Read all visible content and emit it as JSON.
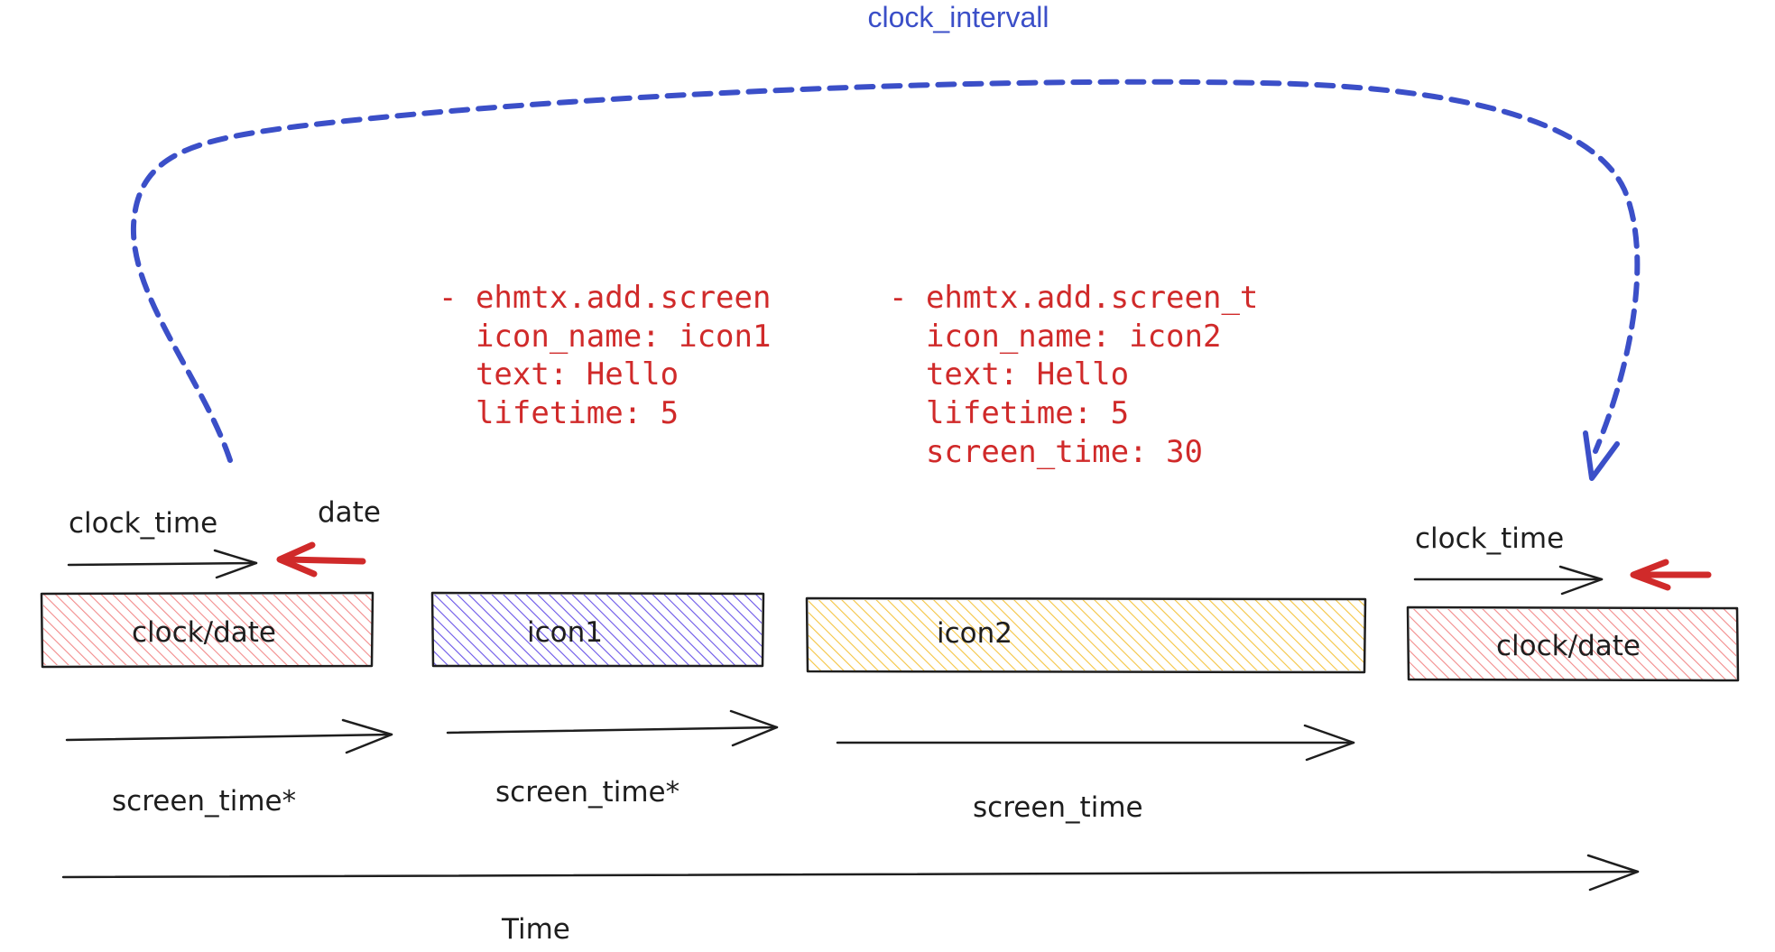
{
  "colors": {
    "ink": "#1e1e1e",
    "blue": "#3b4fc8",
    "red": "#d02a2a",
    "clock_fill": "#f28b8b",
    "icon1_fill": "#6a55e8",
    "icon2_fill": "#f5c542"
  },
  "loop": {
    "label": "clock_intervall"
  },
  "left_clock": {
    "time_label": "clock_time",
    "date_label": "date",
    "box_label": "clock/date"
  },
  "right_clock": {
    "time_label": "clock_time",
    "box_label": "clock/date"
  },
  "code_block_1": {
    "lines": [
      "- ehmtx.add.screen",
      "  icon_name: icon1",
      "  text: Hello",
      "  lifetime: 5"
    ]
  },
  "code_block_2": {
    "lines": [
      "- ehmtx.add.screen_t",
      "  icon_name: icon2",
      "  text: Hello",
      "  lifetime: 5",
      "  screen_time: 30"
    ]
  },
  "boxes": {
    "icon1": "icon1",
    "icon2": "icon2"
  },
  "durations": {
    "clock": "screen_time*",
    "icon1": "screen_time*",
    "icon2": "screen_time"
  },
  "timeline": {
    "label": "Time"
  }
}
